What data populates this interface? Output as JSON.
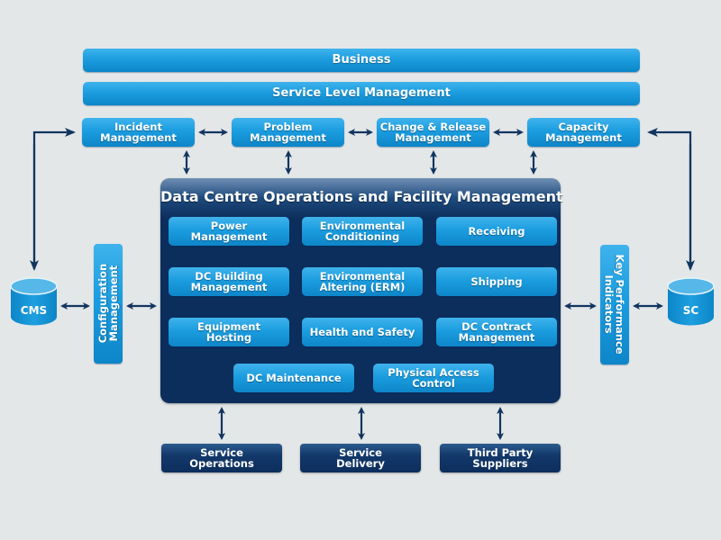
{
  "colors": {
    "background": "#e3e7e8",
    "light_blue": "#1b9ddf",
    "dark_navy": "#0c2e5c",
    "arrow": "#12355f"
  },
  "top_bars": {
    "business": "Business",
    "service_level": "Service Level Management"
  },
  "process_row": [
    {
      "line1": "Incident",
      "line2": "Management"
    },
    {
      "line1": "Problem",
      "line2": "Management"
    },
    {
      "line1": "Change & Release",
      "line2": "Management"
    },
    {
      "line1": "Capacity",
      "line2": "Management"
    }
  ],
  "main": {
    "title": "Data Centre Operations and Facility Management",
    "items": [
      {
        "line1": "Power",
        "line2": "Management"
      },
      {
        "line1": "Environmental",
        "line2": "Conditioning"
      },
      {
        "line1": "Receiving",
        "line2": ""
      },
      {
        "line1": "DC Building",
        "line2": "Management"
      },
      {
        "line1": "Environmental",
        "line2": "Altering (ERM)"
      },
      {
        "line1": "Shipping",
        "line2": ""
      },
      {
        "line1": "Equipment",
        "line2": "Hosting"
      },
      {
        "line1": "Health and Safety",
        "line2": ""
      },
      {
        "line1": "DC Contract",
        "line2": "Management"
      },
      {
        "line1": "DC Maintenance",
        "line2": ""
      },
      {
        "line1": "Physical Access",
        "line2": "Control"
      }
    ]
  },
  "left": {
    "database": "CMS",
    "side_box": {
      "line1": "Configuration",
      "line2": "Management"
    }
  },
  "right": {
    "database": "SC",
    "side_box": {
      "line1": "Key Performance",
      "line2": "Indicators"
    }
  },
  "bottom_row": [
    {
      "line1": "Service",
      "line2": "Operations"
    },
    {
      "line1": "Service",
      "line2": "Delivery"
    },
    {
      "line1": "Third Party",
      "line2": "Suppliers"
    }
  ]
}
